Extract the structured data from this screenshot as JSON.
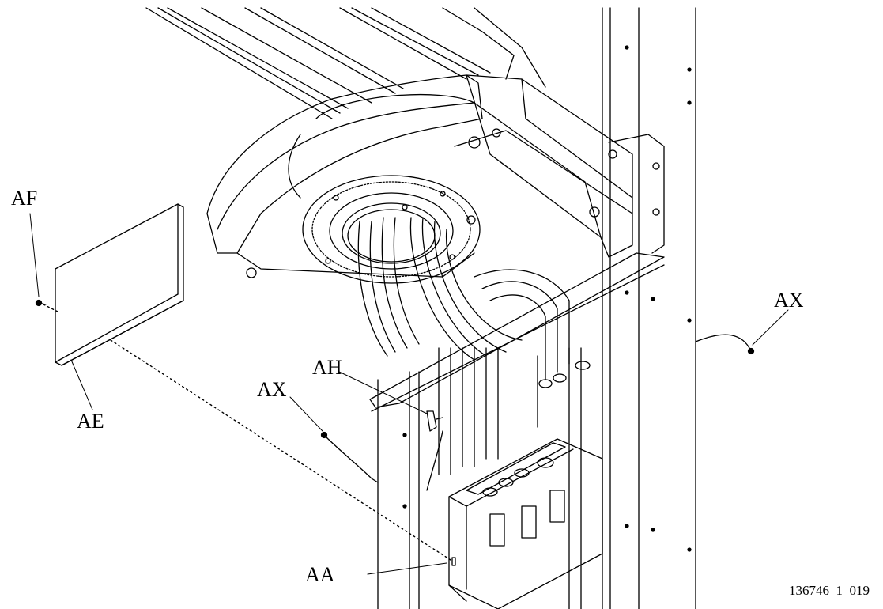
{
  "callouts": {
    "af": "AF",
    "ae": "AE",
    "ah": "AH",
    "ax_left": "AX",
    "ax_right": "AX",
    "aa": "AA"
  },
  "figure_id": "136746_1_019",
  "colors": {
    "line": "#000000",
    "background": "#ffffff"
  }
}
